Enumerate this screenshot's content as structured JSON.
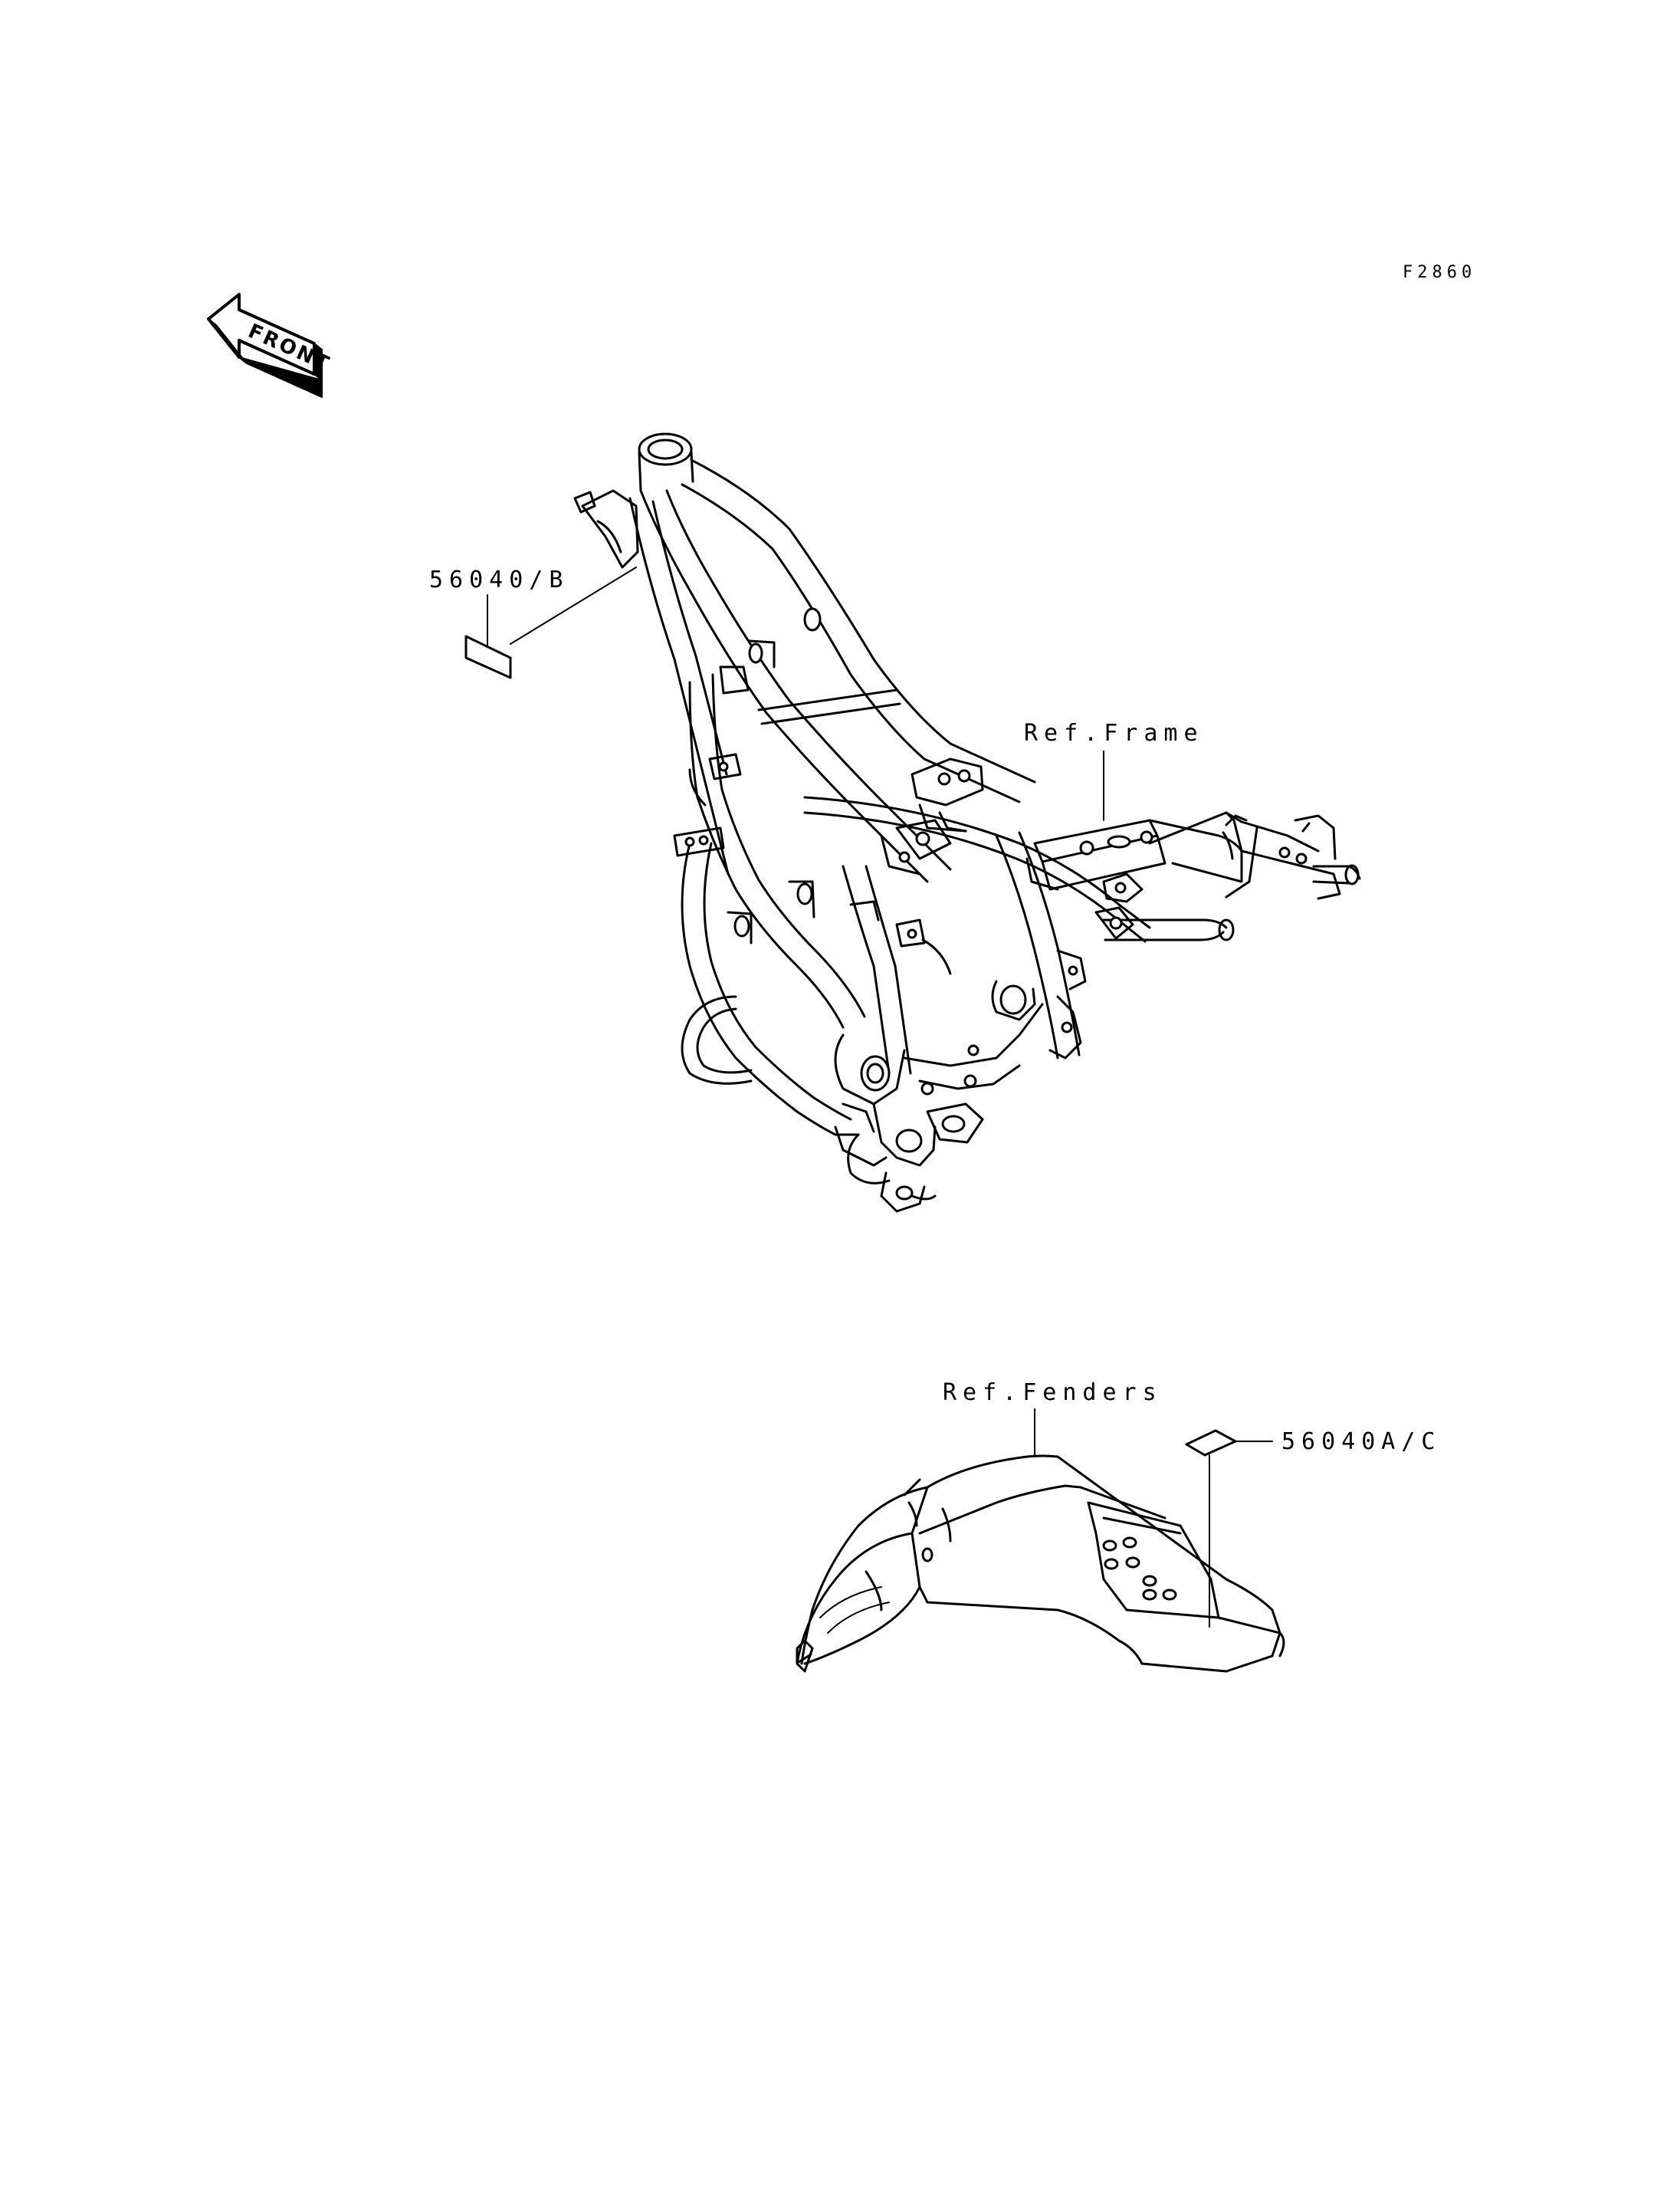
{
  "drawing_code": "F2860",
  "direction_marker": {
    "text": "FRONT",
    "icon": "front-direction-arrow-icon"
  },
  "callouts": [
    {
      "id": "label-b",
      "text": "56040/B"
    },
    {
      "id": "ref-frame",
      "text": "Ref.Frame"
    },
    {
      "id": "ref-fenders",
      "text": "Ref.Fenders"
    },
    {
      "id": "label-ac",
      "text": "56040A/C"
    }
  ],
  "parts": [
    {
      "id": "frame",
      "icon": "motorcycle-frame-drawing"
    },
    {
      "id": "rear-fender",
      "icon": "rear-fender-drawing"
    }
  ],
  "colors": {
    "ink": "#000000",
    "paper": "#ffffff"
  }
}
